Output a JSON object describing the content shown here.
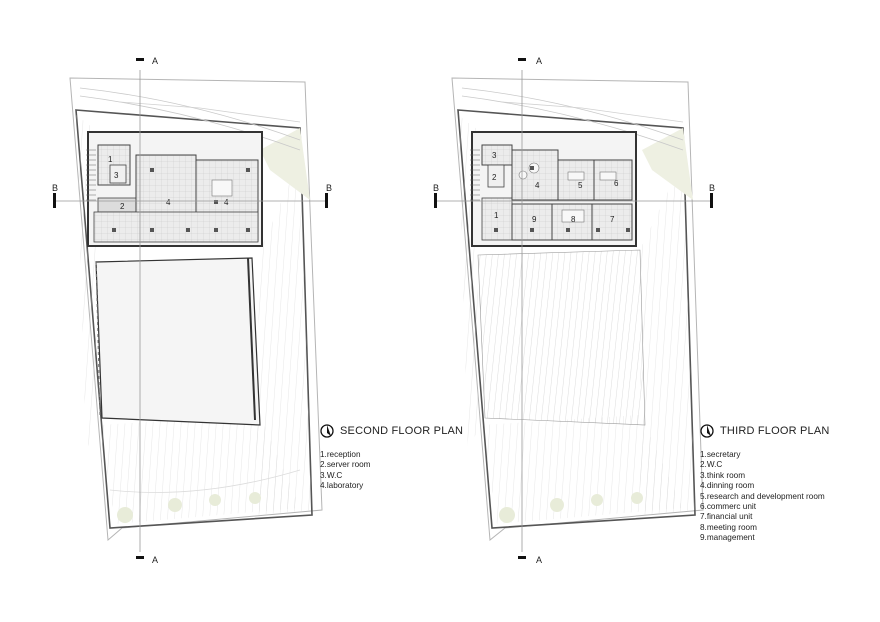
{
  "section_label_a": "A",
  "section_label_b": "B",
  "second_floor": {
    "title": "SECOND FLOOR PLAN",
    "items": [
      "1.reception",
      "2.server room",
      "3.W.C",
      "4.laboratory"
    ],
    "room_numbers": [
      "1",
      "3",
      "2",
      "4",
      "4"
    ]
  },
  "third_floor": {
    "title": "THIRD FLOOR PLAN",
    "items": [
      "1.secretary",
      "2.W.C",
      "3.think room",
      "4.dinning room",
      "5.research and development room",
      "6.commerc unit",
      "7.financial unit",
      "8.meeting room",
      "9.management"
    ],
    "room_numbers": [
      "3",
      "2",
      "4",
      "5",
      "6",
      "1",
      "9",
      "8",
      "7"
    ]
  },
  "colors": {
    "line": "#2b2b2b",
    "room_fill": "#e9e9e9",
    "grid": "#c8c8c8",
    "landscape": "#e8ecd9"
  }
}
